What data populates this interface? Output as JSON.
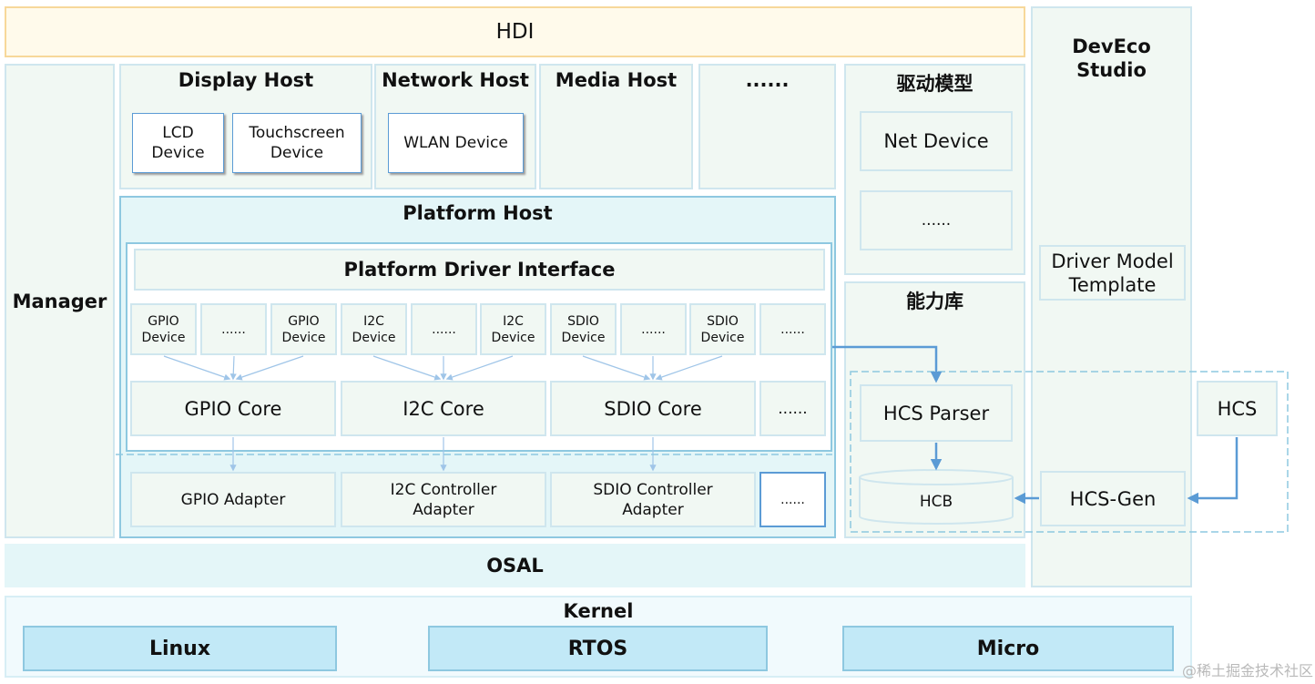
{
  "hdi": "HDI",
  "manager": "Manager",
  "hosts": {
    "display": {
      "title": "Display Host",
      "lcd": "LCD\nDevice",
      "touch": "Touchscreen\nDevice"
    },
    "network": {
      "title": "Network Host",
      "wlan": "WLAN Device"
    },
    "media": {
      "title": "Media Host"
    },
    "more": "......"
  },
  "platform": {
    "title": "Platform Host",
    "pdi": "Platform Driver Interface",
    "devices": [
      "GPIO\nDevice",
      "......",
      "GPIO\nDevice",
      "I2C\nDevice",
      "......",
      "I2C\nDevice",
      "SDIO\nDevice",
      "......",
      "SDIO\nDevice",
      "......"
    ],
    "cores": [
      "GPIO Core",
      "I2C Core",
      "SDIO Core",
      "......"
    ],
    "adapters": [
      "GPIO Adapter",
      "I2C Controller\nAdapter",
      "SDIO Controller\nAdapter",
      "......"
    ]
  },
  "driver_model": {
    "title": "驱动模型",
    "net_device": "Net Device",
    "more": "......"
  },
  "capability": {
    "title": "能力库",
    "hcs_parser": "HCS Parser",
    "hcb": "HCB"
  },
  "deveco": {
    "title": "DevEco\nStudio",
    "template": "Driver Model\nTemplate",
    "hcs": "HCS",
    "hcs_gen": "HCS-Gen"
  },
  "osal": "OSAL",
  "kernel": {
    "title": "Kernel",
    "items": [
      "Linux",
      "RTOS",
      "Micro"
    ]
  },
  "watermark": "@稀土掘金技术社区",
  "colors": {
    "accent": "#5b9bd5",
    "panel": "#f1f8f3",
    "border": "#cfe6ee",
    "hdi_bg": "#fffaeb",
    "hdi_border": "#f7d89a",
    "kernel_bar": "#c2e9f7",
    "arrow": "#9fc5e8"
  }
}
